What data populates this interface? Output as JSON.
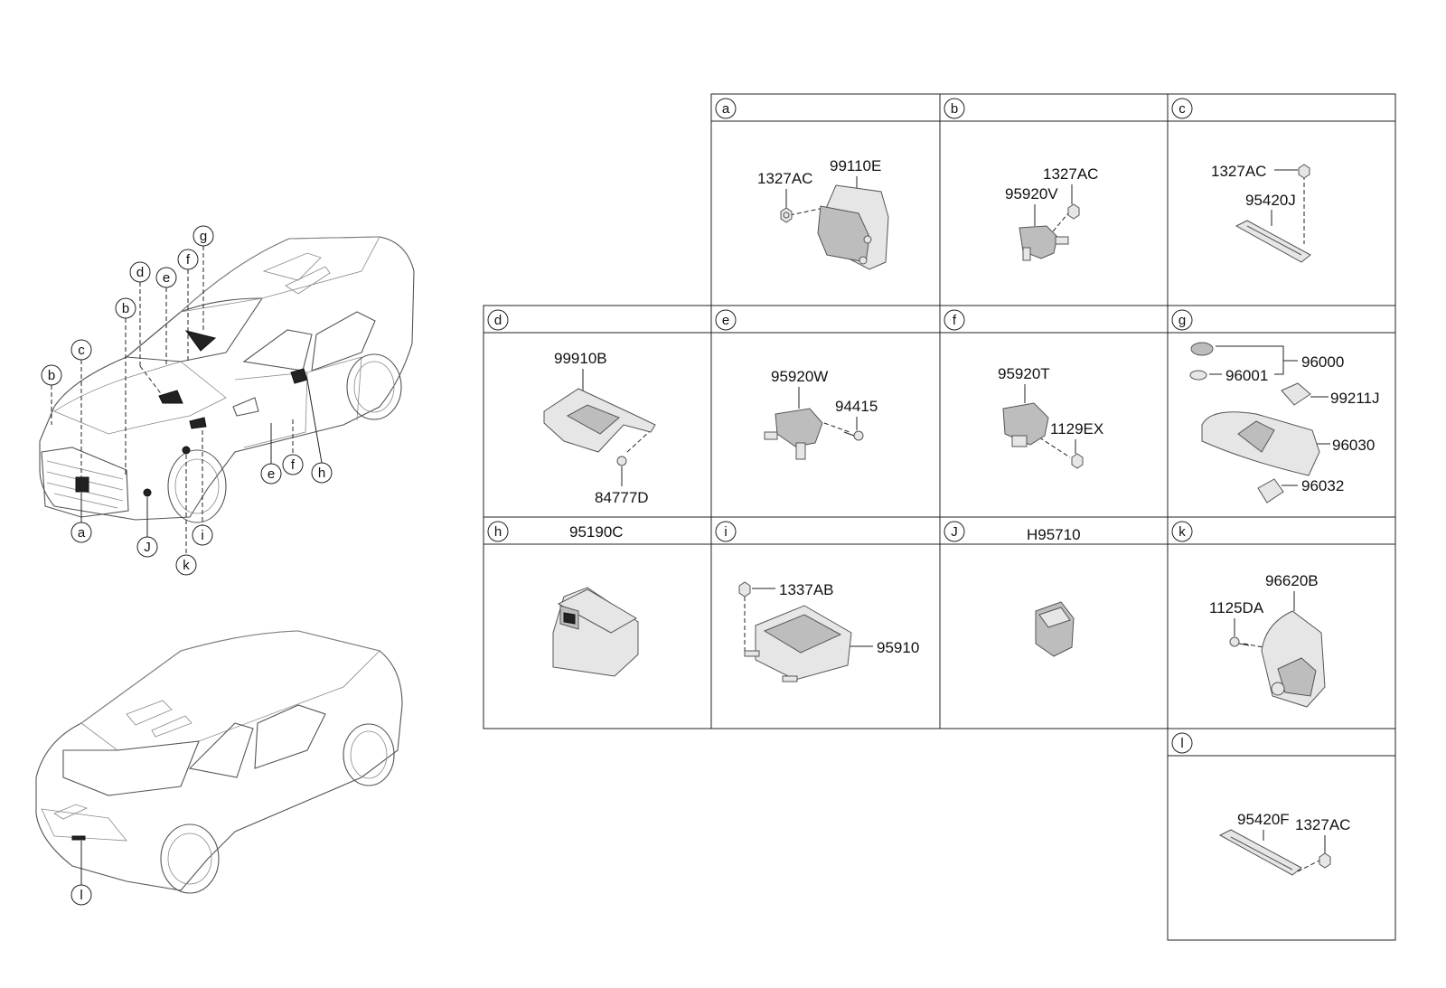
{
  "cells": {
    "a": {
      "letter": "a",
      "parts": [
        "1327AC",
        "99110E"
      ]
    },
    "b": {
      "letter": "b",
      "parts": [
        "1327AC",
        "95920V"
      ]
    },
    "c": {
      "letter": "c",
      "parts": [
        "1327AC",
        "95420J"
      ]
    },
    "d": {
      "letter": "d",
      "parts": [
        "99910B",
        "84777D"
      ]
    },
    "e": {
      "letter": "e",
      "parts": [
        "95920W",
        "94415"
      ]
    },
    "f": {
      "letter": "f",
      "parts": [
        "95920T",
        "1129EX"
      ]
    },
    "g": {
      "letter": "g",
      "parts": [
        "96000",
        "96001",
        "99211J",
        "96030",
        "96032"
      ]
    },
    "h": {
      "letter": "h",
      "header_part": "95190C"
    },
    "i": {
      "letter": "i",
      "parts": [
        "1337AB",
        "95910"
      ]
    },
    "j": {
      "letter": "J",
      "header_part": "H95710"
    },
    "k": {
      "letter": "k",
      "parts": [
        "96620B",
        "1125DA"
      ]
    },
    "l": {
      "letter": "l",
      "parts": [
        "95420F",
        "1327AC"
      ]
    }
  },
  "callouts": {
    "front": [
      "g",
      "d",
      "e",
      "f",
      "b",
      "c",
      "b",
      "a",
      "J",
      "k",
      "i",
      "e",
      "f",
      "h"
    ],
    "rear": [
      "l"
    ]
  }
}
